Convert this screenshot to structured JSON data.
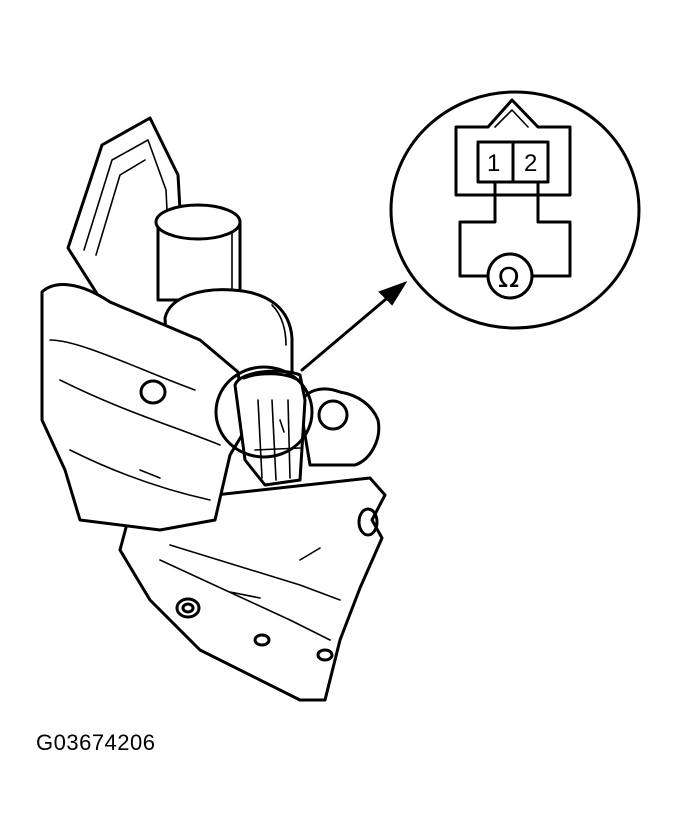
{
  "figure_code": "G03674206",
  "connector": {
    "pin1_label": "1",
    "pin2_label": "2",
    "meter_symbol": "Ω"
  }
}
